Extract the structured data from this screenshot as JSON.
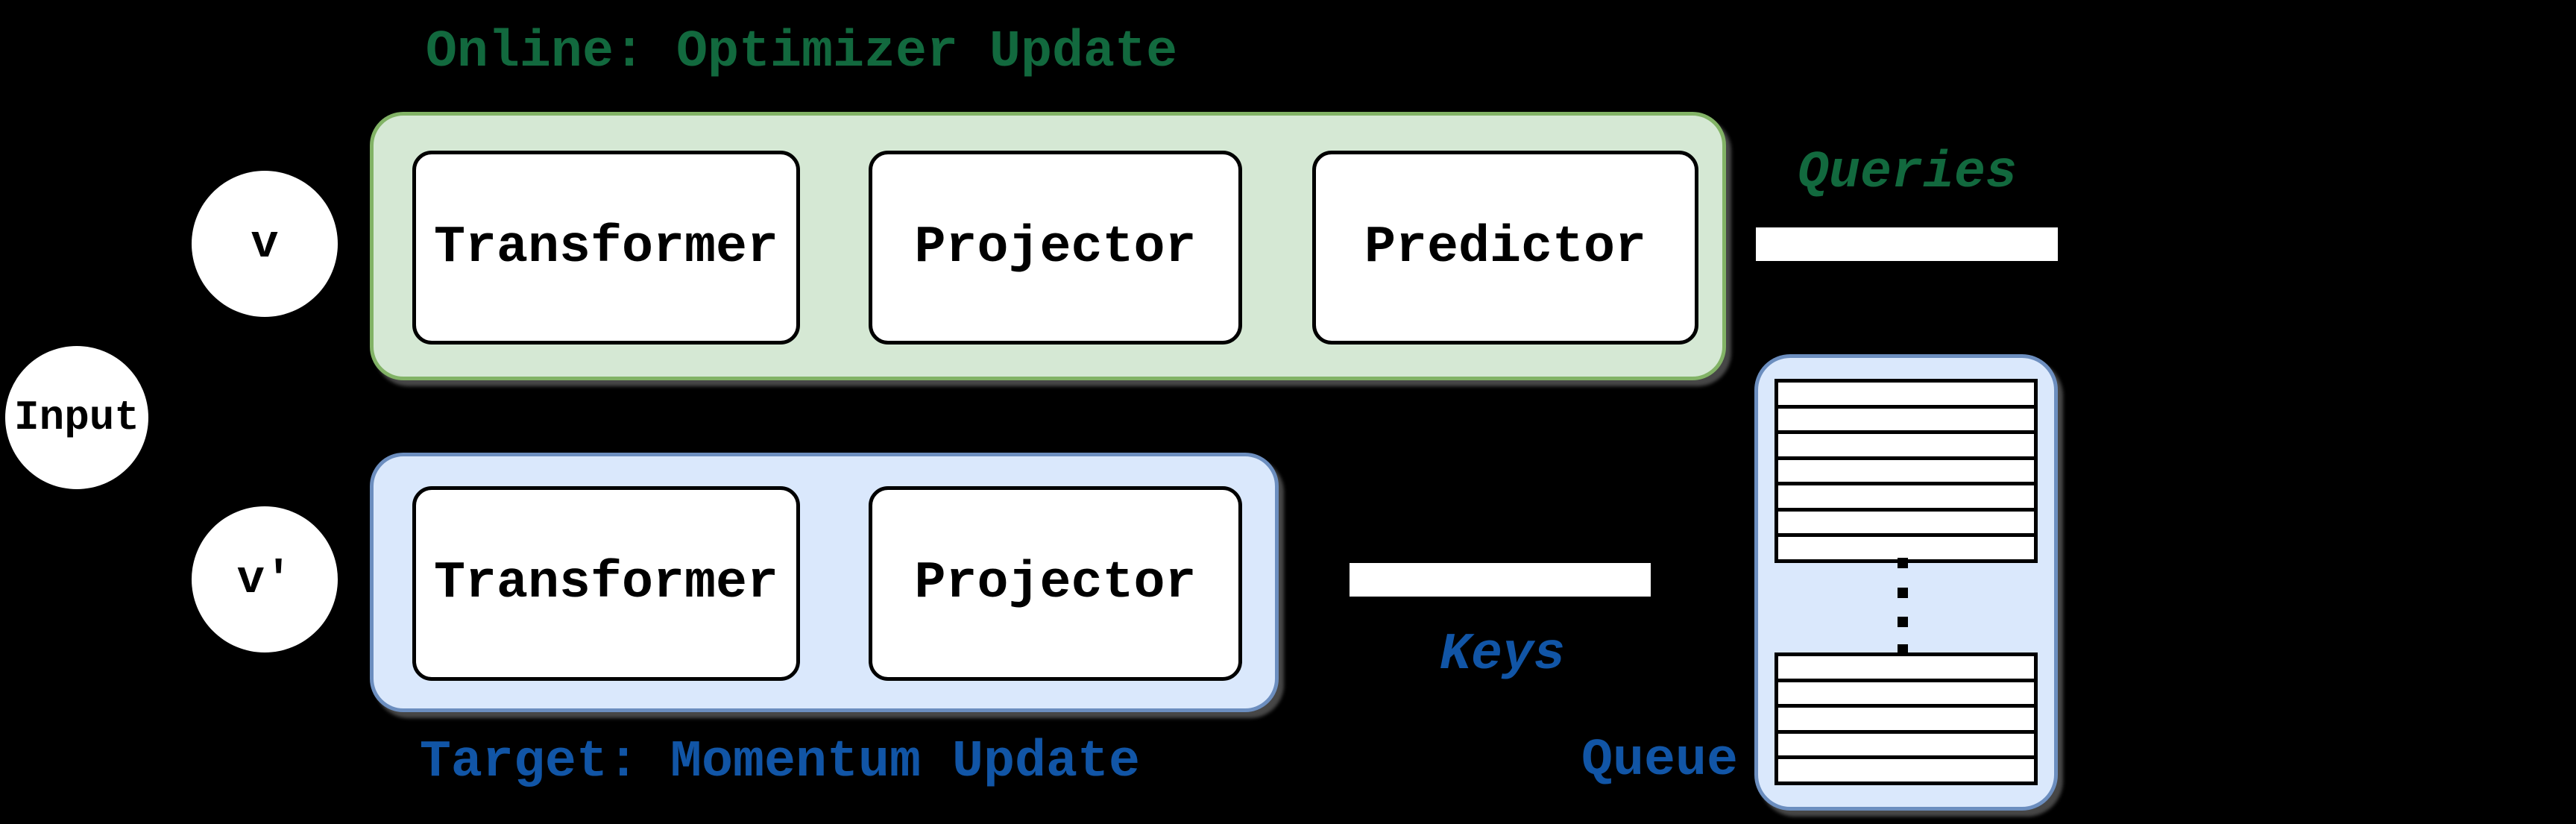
{
  "diagram": {
    "input": {
      "label": "Input"
    },
    "augmentations": {
      "top": "v",
      "bottom": "v'"
    },
    "online_branch": {
      "title": "Online: Optimizer Update",
      "boxes": [
        "Transformer",
        "Projector",
        "Predictor"
      ],
      "output_label": "Queries"
    },
    "target_branch": {
      "title": "Target: Momentum Update",
      "boxes": [
        "Transformer",
        "Projector"
      ],
      "output_label": "Keys"
    },
    "queue": {
      "label": "Queue",
      "top_rows": 7,
      "bottom_rows": 5,
      "dots": 4,
      "dot_y_positions": [
        748,
        788,
        827,
        864
      ]
    },
    "colors": {
      "background": "#000000",
      "online_fill": "#d5e8d4",
      "online_border": "#82b366",
      "online_text": "#12693e",
      "target_fill": "#dae8fc",
      "target_border": "#6c8ebf",
      "target_text": "#1155a6",
      "box_fill": "#ffffff",
      "box_border": "#000000",
      "bar_fill": "#ffffff"
    }
  }
}
